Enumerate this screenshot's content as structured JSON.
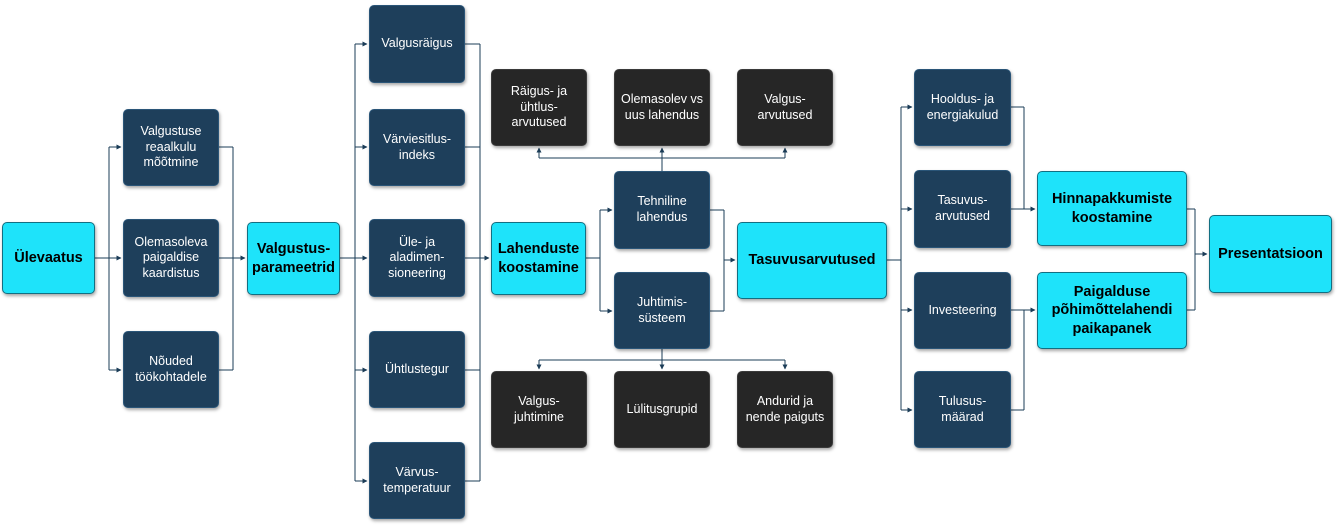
{
  "colors": {
    "primary": "#1ee3fa",
    "secondary": "#1e3f5b",
    "dark": "#262626",
    "connector": "#1b3c57"
  },
  "nodes": {
    "ulevaatus": "Ülevaatus",
    "valgustuse_reaalkulu": "Valgustuse\nreaalkulu\nmõõtmine",
    "olemasoleva_paigaldise": "Olemasoleva\npaigaldise\nkaardistus",
    "noudede_tookohtadele": "Nõuded\ntöökohtadele",
    "valgustusparameetrid": "Valgustus-\nparameetrid",
    "valgusraigus": "Valgusräigus",
    "varviesitlusindeks": "Värviesitlus-\nindeks",
    "ule_aladimensioneering": "Üle- ja\naladimen-\nsioneering",
    "uhtlustegur": "Ühtlustegur",
    "varvustemperatuur": "Värvus-\ntemperatuur",
    "lahenduste_koostamine": "Lahenduste\nkoostamine",
    "raigus_uhtlusarvutused": "Räigus- ja\nühtlus-\narvutused",
    "olemasolev_vs_uus": "Olemasolev vs\nuus lahendus",
    "valgusarvutused": "Valgus-\narvutused",
    "tehniline_lahendus": "Tehniline\nlahendus",
    "juhtimissusteem": "Juhtimis-\nsüsteem",
    "valgusjuhtimine": "Valgus-\njuhtimine",
    "lulitusgrupid": "Lülitusgrupid",
    "andurid": "Andurid ja\nnende paiguts",
    "tasuvusarvutused_main": "Tasuvusarvutused",
    "hooldus_energiakulud": "Hooldus- ja\nenergiakulud",
    "tasuvusarvutused_sub": "Tasuvus-\narvutused",
    "investeering": "Investeering",
    "tulusus_maarad": "Tulusus-\nmäärad",
    "hinnapakkumiste_koostamine": "Hinnapakkumiste\nkoostamine",
    "paigalduse_pohimotte": "Paigalduse\npõhimõttelahendi\npaikapanek",
    "presentatsioon": "Presentatsioon"
  }
}
